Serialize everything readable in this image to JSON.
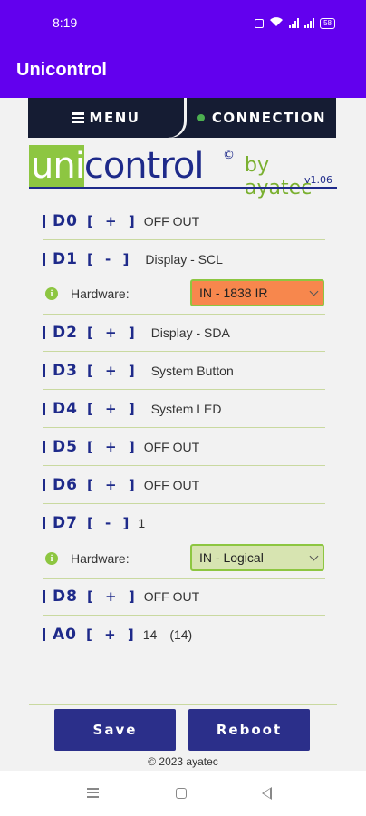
{
  "status_bar": {
    "time": "8:19",
    "battery": "58"
  },
  "app_bar": {
    "title": "Unicontrol"
  },
  "nav": {
    "menu_label": "MENU",
    "connection_label": "CONNECTION"
  },
  "logo": {
    "uni": "uni",
    "control": "control",
    "copyright_mark": "©",
    "by": "by ayatec",
    "version": "v1.06"
  },
  "pins": [
    {
      "pin": "D0",
      "toggle": "[ + ]",
      "label": "OFF OUT"
    },
    {
      "pin": "D1",
      "toggle": "[ - ]",
      "label": "Display - SCL",
      "hardware_label": "Hardware:",
      "hardware_value": "IN - 1838 IR"
    },
    {
      "pin": "D2",
      "toggle": "[ + ]",
      "label": "Display - SDA"
    },
    {
      "pin": "D3",
      "toggle": "[ + ]",
      "label": "System Button"
    },
    {
      "pin": "D4",
      "toggle": "[ + ]",
      "label": "System LED"
    },
    {
      "pin": "D5",
      "toggle": "[ + ]",
      "label": "OFF OUT"
    },
    {
      "pin": "D6",
      "toggle": "[ + ]",
      "label": "OFF OUT"
    },
    {
      "pin": "D7",
      "toggle": "[ - ]",
      "label": "1",
      "hardware_label": "Hardware:",
      "hardware_value": "IN - Logical"
    },
    {
      "pin": "D8",
      "toggle": "[ + ]",
      "label": "OFF OUT"
    },
    {
      "pin": "A0",
      "toggle": "[ + ]",
      "label": "14",
      "extra": "(14)"
    }
  ],
  "actions": {
    "save_label": "Save",
    "reboot_label": "Reboot"
  },
  "footer": {
    "copyright": "© 2023 ayatec"
  },
  "colors": {
    "primary": "#6200ee",
    "navy": "#151c33",
    "brand_blue": "#1e2a8a",
    "brand_green": "#8dc641",
    "orange": "#f7874d",
    "button": "#2b2f8a"
  }
}
